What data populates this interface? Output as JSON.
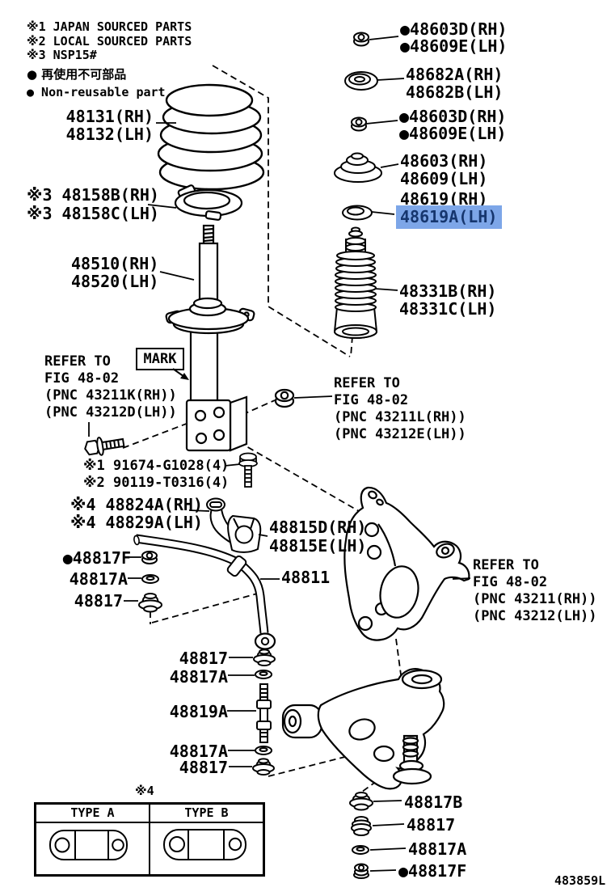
{
  "legend": {
    "notes": [
      "※1 JAPAN SOURCED PARTS",
      "※2 LOCAL SOURCED PARTS",
      "※3 NSP15#"
    ],
    "non_reusable_jp": "● 再使用不可部品",
    "non_reusable_en": "● Non-reusable part"
  },
  "labels": {
    "spring": [
      "48131(RH)",
      "48132(LH)"
    ],
    "spring_seat_lower": [
      "※3 48158B(RH)",
      "※3 48158C(LH)"
    ],
    "strut": [
      "48510(RH)",
      "48520(LH)"
    ],
    "refer_left": [
      "REFER TO",
      "FIG 48-02",
      "(PNC 43211K(RH))",
      "(PNC 43212D(LH))"
    ],
    "mark": "MARK",
    "fastener_bolt_1": "※1 91674-G1028(4)",
    "fastener_bolt_2": "※2 90119-T0316(4)",
    "stab_bracket": [
      "※4 48824A(RH)",
      "※4 48829A(LH)"
    ],
    "cushion_f": "●48817F",
    "retainer_a": "48817A",
    "cushion": "48817",
    "stab_bar": "48811",
    "stab_bushing": [
      "48815D(RH)",
      "48815E(LH)"
    ],
    "refer_mid": [
      "REFER TO",
      "FIG 48-02",
      "(PNC 43211L(RH))",
      "(PNC 43212E(LH))"
    ],
    "refer_low": [
      "REFER TO",
      "FIG 48-02",
      "(PNC 43211(RH))",
      "(PNC 43212(LH))"
    ],
    "support_nut_top": [
      "●48603D(RH)",
      "●48609E(LH)"
    ],
    "washer_682": [
      "48682A(RH)",
      "48682B(LH)"
    ],
    "support_nut_2": [
      "●48603D(RH)",
      "●48609E(LH)"
    ],
    "support": [
      "48603(RH)",
      "48609(LH)"
    ],
    "seat_619_rh": "48619(RH)",
    "seat_619_lh": "48619A(LH)",
    "boot": [
      "48331B(RH)",
      "48331C(LH)"
    ],
    "link_stack": [
      "48817",
      "48817A",
      "48819A",
      "48817A",
      "48817"
    ],
    "arm_stack": [
      "48817B",
      "48817",
      "48817A",
      "●48817F"
    ],
    "table_note": "※4",
    "table_type_a": "TYPE A",
    "table_type_b": "TYPE B",
    "figure_code": "483859L"
  },
  "highlight": {
    "selected_part": "48619A(LH)",
    "bg_color": "#7da6e8",
    "text_color": "#16366e"
  }
}
